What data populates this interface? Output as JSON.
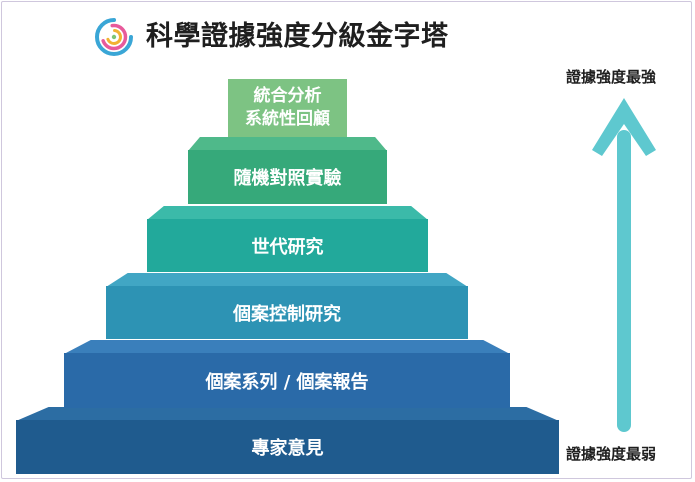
{
  "title": "科學證據強度分級金字塔",
  "tiers": [
    {
      "line1": "統合分析",
      "line2": "系統性回顧",
      "color": "#7dc383"
    },
    {
      "label": "隨機對照實驗",
      "color": "#36a97a"
    },
    {
      "label": "世代研究",
      "color": "#22a99b"
    },
    {
      "label": "個案控制研究",
      "color": "#2d93b4"
    },
    {
      "label": "個案系列 / 個案報告",
      "color": "#2a6aa8"
    },
    {
      "label": "專家意見",
      "color": "#1f5b8e"
    }
  ],
  "arrow": {
    "top_label": "證據強度最強",
    "bottom_label": "證據強度最弱",
    "color": "#5ec8cf"
  },
  "logo": {
    "icon": "spiral-logo-icon",
    "colors": [
      "#3aa6d6",
      "#e85a9b",
      "#f2b233",
      "#7cc576"
    ]
  }
}
